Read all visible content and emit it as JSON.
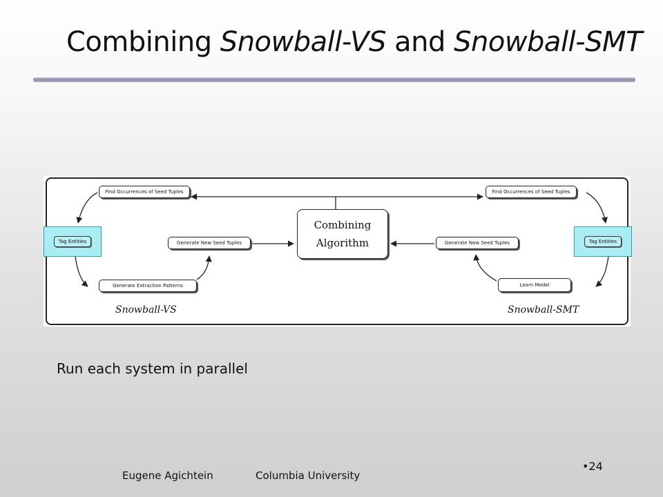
{
  "slide": {
    "title_parts": [
      "Combining ",
      "Snowball-VS",
      " and ",
      "Snowball-SMT"
    ],
    "caption": "Run each system in parallel",
    "footer_author": "Eugene Agichtein",
    "footer_org": "Columbia University",
    "page_number": "•24"
  },
  "diagram": {
    "combiner": [
      "Combining",
      "Algorithm"
    ],
    "left": {
      "find": "Find Occurrences of Seed Tuples",
      "tag": "Tag Entities",
      "generate_tuples": "Generate New Seed Tuples",
      "generate_patterns": "Generate Extraction Patterns",
      "system_label": "Snowball-VS"
    },
    "right": {
      "find": "Find Occurrences of Seed Tuples",
      "tag": "Tag Entities",
      "generate_tuples": "Generate New Seed Tuples",
      "learn": "Learn Model",
      "system_label": "Snowball-SMT"
    },
    "colors": {
      "tag_highlight": "#a9ecf2",
      "rule": "#8c8ca8"
    }
  }
}
